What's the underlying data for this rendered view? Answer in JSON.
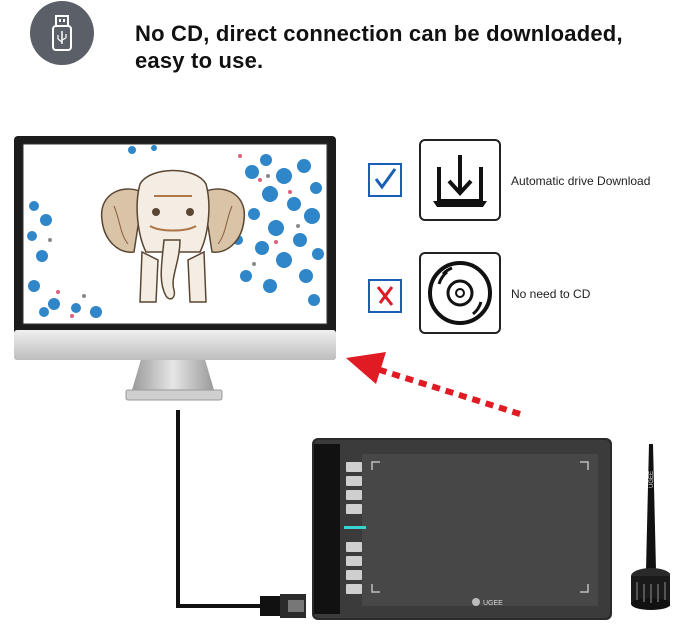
{
  "header": {
    "icon": "usb-drive-icon",
    "line1": "No CD, direct connection can be downloaded,",
    "line2": "easy to use."
  },
  "features": [
    {
      "status": "checked",
      "icon": "download-tray-icon",
      "label": "Automatic drive Download",
      "mark_color": "#1a5fb4"
    },
    {
      "status": "crossed",
      "icon": "cd-disc-icon",
      "label": "No need to CD",
      "mark_color": "#e01b24"
    }
  ],
  "tablet": {
    "brand": "UGEE",
    "pen_brand": "UGEE"
  },
  "colors": {
    "accent_blue": "#1a5fb4",
    "accent_red": "#e01b24",
    "icon_circle": "#5b6068"
  }
}
